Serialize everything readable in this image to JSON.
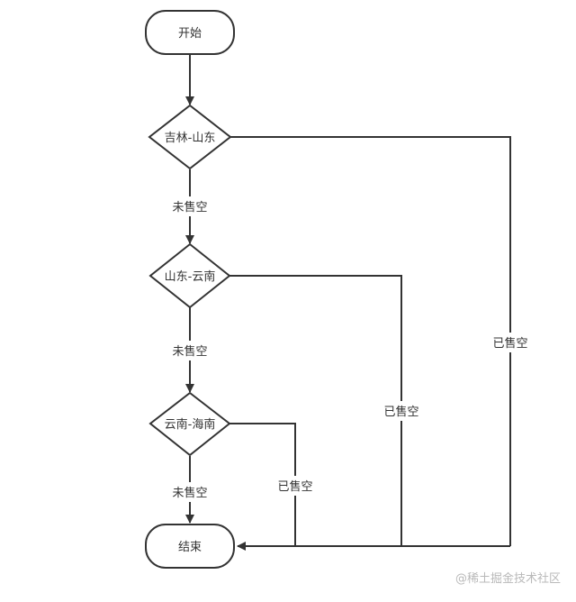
{
  "nodes": {
    "start": "开始",
    "decision_1": "吉林-山东",
    "decision_2": "山东-云南",
    "decision_3": "云南-海南",
    "end": "结束"
  },
  "edges": {
    "not_sold_out_1": "未售空",
    "not_sold_out_2": "未售空",
    "not_sold_out_3": "未售空",
    "sold_out_1": "已售空",
    "sold_out_2": "已售空",
    "sold_out_3": "已售空"
  },
  "watermark": "@稀土掘金技术社区",
  "colors": {
    "stroke": "#333333",
    "text": "#333333",
    "watermark": "#b9b9b9"
  }
}
